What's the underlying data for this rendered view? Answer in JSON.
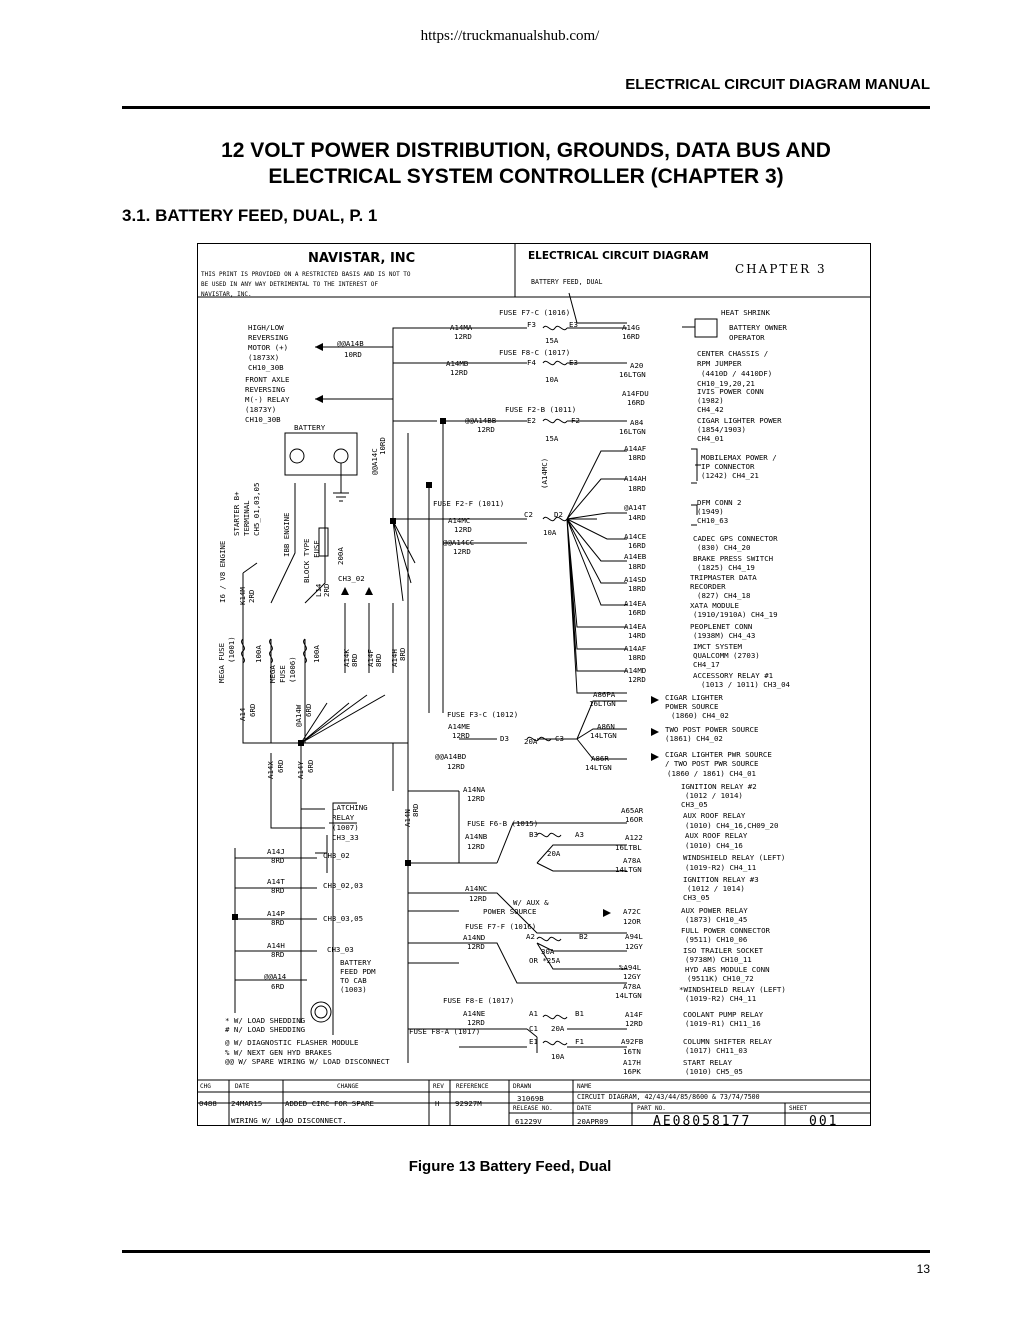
{
  "page": {
    "url": "https://truckmanualshub.com/",
    "running_header": "ELECTRICAL CIRCUIT DIAGRAM MANUAL",
    "title_line1": "12 VOLT POWER DISTRIBUTION, GROUNDS, DATA BUS AND",
    "title_line2": "ELECTRICAL SYSTEM CONTROLLER (CHAPTER 3)",
    "section": "3.1.  BATTERY FEED, DUAL, P. 1",
    "caption": "Figure 13    Battery Feed, Dual",
    "page_number": "13"
  },
  "header": {
    "company": "NAVISTAR, INC",
    "notice1": "THIS PRINT IS PROVIDED ON A RESTRICTED BASIS AND IS NOT TO",
    "notice2": "BE USED IN ANY WAY DETRIMENTAL TO THE INTEREST OF",
    "notice3": "NAVISTAR, INC.",
    "doc_type": "ELECTRICAL CIRCUIT DIAGRAM",
    "subtitle": "BATTERY FEED, DUAL",
    "chapter": "CHAPTER  3"
  },
  "left": {
    "motor": [
      "HIGH/LOW",
      "REVERSING",
      "MOTOR  (+)",
      "(1873X)",
      "CH10_30B"
    ],
    "motor_wire": "@@A14B",
    "motor_wire_size": "10RD",
    "axle": [
      "FRONT AXLE",
      "REVERSING",
      "M(-) RELAY",
      "(1873Y)",
      "CH10_30B"
    ],
    "battery": "BATTERY",
    "a14c": "@@A14C",
    "a14c_size": "10RD",
    "v_engine": "I6 / V8 ENGINE",
    "starter": "STARTER B+",
    "terminal": "TERMINAL",
    "starter_ch": "CH5_01,03,05",
    "ibb": "IBB ENGINE",
    "block_fuse": "BLOCK TYPE",
    "fuse_word": "FUSE",
    "block_amp": "200A",
    "k14m": "K14M",
    "k14m_size": "2RD",
    "l14": "L14",
    "l14_size": "2RD",
    "mega1": "MEGA FUSE",
    "mega1_num": "(1001)",
    "mega1_amp": "100A",
    "mega2": "MEGA",
    "mega2b": "FUSE",
    "mega2_num": "(1006)",
    "mega2_amp": "100A",
    "ch3_02": "CH3_02",
    "a14k": "A14K",
    "a14k_size": "8RD",
    "a14f": "A14F",
    "a14f_size": "8RD",
    "a14h": "A14H",
    "a14h_size": "8RD",
    "a14_6": "A14",
    "a14_6_size": "6RD",
    "a14w": "@A14W",
    "a14w_size": "6RD",
    "a14x": "A14X",
    "a14x_size": "6RD",
    "a14y": "A14Y",
    "a14y_size": "6RD",
    "latching": [
      "LATCHING",
      "RELAY",
      "(1007)",
      "CH3_33"
    ],
    "a14j": "A14J",
    "a14j_size": "8RD",
    "a14j_ref": "CH3_02",
    "a14t": "A14T",
    "a14t_size": "8RD",
    "a14t_ref": "CH3_02,03",
    "a14p": "A14P",
    "a14p_size": "8RD",
    "a14p_ref": "CH3_03,05",
    "a14h2": "A14H",
    "a14h2_size": "8RD",
    "a14h2_ref": "CH3_03",
    "a14_feed": "@@A14",
    "a14_feed_size": "6RD",
    "feed": [
      "BATTERY",
      "FEED PDM",
      "TO CAB",
      "(1003)"
    ],
    "a14n": "A14N",
    "a14n_size": "8RD"
  },
  "fuses": {
    "f7c": "FUSE F7-C (1016)",
    "f3_a": "F3",
    "f3_b": "E3",
    "a14ma": "A14MA",
    "a14ma_size": "12RD",
    "a14g": "A14G",
    "a14g_size": "16RD",
    "f7c_amp": "15A",
    "f8c": "FUSE F8-C (1017)",
    "a14mb": "A14MB",
    "a14mb_size": "12RD",
    "f4": "F4",
    "e4": "E3",
    "a20": "A20",
    "a20_size": "16LTGN",
    "f8c_amp": "10A",
    "a14fdu": "A14FDU",
    "a14fdu_size": "16RD",
    "f2b": "FUSE F2-B (1011)",
    "a14bb": "@@A14BB",
    "a14bb_size": "12RD",
    "e2": "E2",
    "f2": "F2",
    "a84": "A84",
    "a84_size": "16LTGN",
    "f2b_amp": "15A",
    "a14mc_v": "(A14MC)",
    "f2f": "FUSE F2-F (1011)",
    "a14mc": "A14MC",
    "a14mc_size": "12RD",
    "c2": "C2",
    "d2": "D2",
    "f2f_amp": "10A",
    "a14cc": "@@A14CC",
    "a14cc_size": "12RD",
    "f3c": "FUSE F3-C (1012)",
    "a14me": "A14ME",
    "a14me_size": "12RD",
    "d3": "D3",
    "c3": "C3",
    "f3c_amp": "20A",
    "a14bd": "@@A14BD",
    "a14bd_size": "12RD",
    "a14na": "A14NA",
    "a14na_size": "12RD",
    "f6b": "FUSE F6-B (1015)",
    "a14nb": "A14NB",
    "a14nb_size": "12RD",
    "b3": "B3",
    "a3": "A3",
    "f6b_amp": "20A",
    "a14nc": "A14NC",
    "a14nc_size": "12RD",
    "aux_note1": "W/ AUX &",
    "aux_note2": "POWER SOURCE",
    "f7f": "FUSE F7-F (1016)",
    "a14nd": "A14ND",
    "a14nd_size": "12RD",
    "a2": "A2",
    "b2": "B2",
    "f7f_amp": "30A",
    "f7f_or": "OR *25A",
    "f8e": "FUSE F8-E (1017)",
    "a14ne": "A14NE",
    "a14ne_size": "12RD",
    "a1": "A1",
    "b1": "B1",
    "c1": "C1",
    "f8e_amp": "20A",
    "f8a": "FUSE F8-A (1017)",
    "e1": "E1",
    "f1": "F1",
    "f8a_amp": "10A"
  },
  "right": [
    {
      "wire": "A86PA",
      "size": "16LTGN"
    },
    {
      "wire": "A86N",
      "size": "14LTGN"
    },
    {
      "wire": "A86R",
      "size": "14LTGN"
    }
  ],
  "rw": {
    "a14af": "A14AF",
    "a14af_size": "18RD",
    "a14ah": "A14AH",
    "a14ah_size": "18RD",
    "a14t": "@A14T",
    "a14t_size": "14RD",
    "a14ce": "A14CE",
    "a14ce_size": "16RD",
    "a14eb": "A14EB",
    "a14eb_size": "18RD",
    "a14sd": "A14SD",
    "a14sd_size": "18RD",
    "a14ea": "A14EA",
    "a14ea_size": "16RD",
    "a14ea2": "A14EA",
    "a14ea2_size": "14RD",
    "a14af2": "A14AF",
    "a14af2_size": "18RD",
    "a14md": "A14MD",
    "a14md_size": "12RD",
    "a65ar": "A65AR",
    "a65ar_size": "16OR",
    "a122": "A122",
    "a122_size": "16LTBL",
    "a78a": "A78A",
    "a78a_size": "14LTGN",
    "a72c": "A72C",
    "a72c_size": "12OR",
    "a94l": "A94L",
    "a94l_size": "12GY",
    "a94l2": "%A94L",
    "a94l2_size": "12GY",
    "a78a2": "A78A",
    "a78a2_size": "14LTGN",
    "a14f": "A14F",
    "a14f_size": "12RD",
    "a92fb": "A92FB",
    "a92fb_size": "16TN",
    "a17h": "A17H",
    "a17h_size": "16PK"
  },
  "dest": {
    "heat": "HEAT SHRINK",
    "owner": [
      "BATTERY OWNER",
      "OPERATOR"
    ],
    "center": [
      "CENTER CHASSIS /",
      "RPM JUMPER",
      "(4410D / 4410DF)",
      "CH10_19,20,21"
    ],
    "ivis": [
      "IVIS POWER CONN",
      "(1982)",
      "CH4_42"
    ],
    "cigar": [
      "CIGAR LIGHTER POWER",
      "(1854/1903)",
      "CH4_01"
    ],
    "mobile": [
      "MOBILEMAX POWER /",
      "IP CONNECTOR",
      "(1242) CH4_21"
    ],
    "dfm": [
      "DFM CONN 2",
      "(1949)",
      "CH10_63"
    ],
    "cadec": "CADEC GPS CONNECTOR",
    "cadec2": "(830) CH4_20",
    "brake": "BRAKE PRESS SWITCH",
    "brake2": "(1825) CH4_19",
    "trip": [
      "TRIPMASTER DATA",
      "RECORDER",
      "(827) CH4_18"
    ],
    "xata": "XATA MODULE",
    "xata2": "(1910/1910A) CH4_19",
    "peoplenet": "PEOPLENET CONN",
    "peoplenet2": "(1938M) CH4_43",
    "imct": [
      "IMCT SYSTEM",
      "QUALCOMM (2703)",
      "CH4_17"
    ],
    "acc": [
      "ACCESSORY RELAY #1",
      "(1013 / 1011) CH3_04"
    ],
    "cig2": [
      "CIGAR LIGHTER",
      "POWER SOURCE",
      "(1860) CH4_02"
    ],
    "twopost": [
      "TWO POST POWER SOURCE",
      "(1861) CH4_02"
    ],
    "cig3": [
      "CIGAR LIGHTER PWR SOURCE",
      "/ TWO POST PWR SOURCE",
      "(1860 / 1861) CH4_01"
    ],
    "ign2": [
      "IGNITION RELAY #2",
      "(1012 / 1014)",
      "CH3_05"
    ],
    "roof1": [
      "AUX ROOF RELAY",
      "(1010) CH4_16,CH09_20"
    ],
    "roof2": [
      "AUX ROOF RELAY",
      "(1010) CH4_16"
    ],
    "wind": [
      "WINDSHIELD RELAY (LEFT)",
      "(1019-R2) CH4_11"
    ],
    "ign3": [
      "IGNITION RELAY #3",
      "(1012 / 1014)",
      "CH3_05"
    ],
    "auxp": [
      "AUX POWER RELAY",
      "(1873) CH10_45"
    ],
    "full": [
      "FULL POWER CONNECTOR",
      "(9511)  CH10_06"
    ],
    "iso": [
      "ISO TRAILER SOCKET",
      "(9738M) CH10_11"
    ],
    "abs": [
      "HYD ABS MODULE CONN",
      "(9511K) CH10_72"
    ],
    "wind2": [
      "*WINDSHIELD RELAY (LEFT)",
      "(1019-R2) CH4_11"
    ],
    "cool": [
      "COOLANT PUMP RELAY",
      "(1019-R1) CH11_16"
    ],
    "col": [
      "COLUMN SHIFTER RELAY",
      "(1017) CH11_03"
    ],
    "start": [
      "START RELAY",
      "(1010) CH5_05"
    ]
  },
  "notes": [
    "* W/ LOAD SHEDDING",
    "# N/ LOAD SHEDDING",
    "@ W/ DIAGNOSTIC FLASHER MODULE",
    "% W/ NEXT GEN HYD BRAKES",
    "@@ W/ SPARE WIRING W/ LOAD DISCONNECT"
  ],
  "titleblock": {
    "h_chg": "CHG",
    "h_date": "DATE",
    "h_change": "CHANGE",
    "h_rev": "REV",
    "h_ref": "REFERENCE",
    "chg": "0488",
    "date": "24MAR15",
    "change1": "ADDED CIRC FOR SPARE",
    "change2": "WIRING W/ LOAD DISCONNECT.",
    "rev": "H",
    "ref": "92927M",
    "h_drawn": "DRAWN",
    "drawn": "31069B",
    "h_release": "RELEASE NO.",
    "release": "61229V",
    "h_name": "NAME",
    "name": "CIRCUIT DIAGRAM,  42/43/44/85/8600 & 73/74/7500",
    "h_date2": "DATE",
    "date2": "20APR09",
    "h_part": "PART NO.",
    "part": "AE08058177",
    "h_sheet": "SHEET",
    "sheet": "001"
  }
}
